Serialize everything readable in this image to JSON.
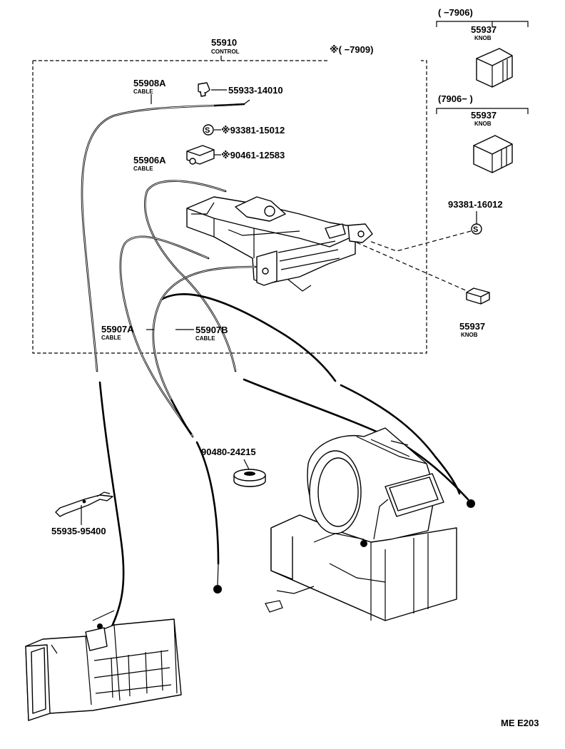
{
  "diagram": {
    "control": {
      "number": "55910",
      "name": "CONTROL",
      "note": "※(      −7909)"
    },
    "knob_top": {
      "range": "(      −7906)",
      "number": "55937",
      "name": "KNOB"
    },
    "knob_mid": {
      "range": "(7906−      )",
      "number": "55937",
      "name": "KNOB"
    },
    "knob_small": {
      "number": "55937",
      "name": "KNOB"
    },
    "cable_a": {
      "number": "55908A",
      "name": "CABLE"
    },
    "cable_b": {
      "number": "55906A",
      "name": "CABLE"
    },
    "cable_c": {
      "number": "55907A",
      "name": "CABLE"
    },
    "cable_d": {
      "number": "55907B",
      "name": "CABLE"
    },
    "part_clip": {
      "number": "55933-14010"
    },
    "part_screw": {
      "number": "※93381-15012",
      "symbol": "S"
    },
    "part_bulb": {
      "number": "※90461-12583"
    },
    "part_screw2": {
      "number": "93381-16012",
      "symbol": "S"
    },
    "grommet": {
      "number": "90480-24215"
    },
    "bracket": {
      "number": "55935-95400"
    },
    "figure_code": "ME E203"
  }
}
